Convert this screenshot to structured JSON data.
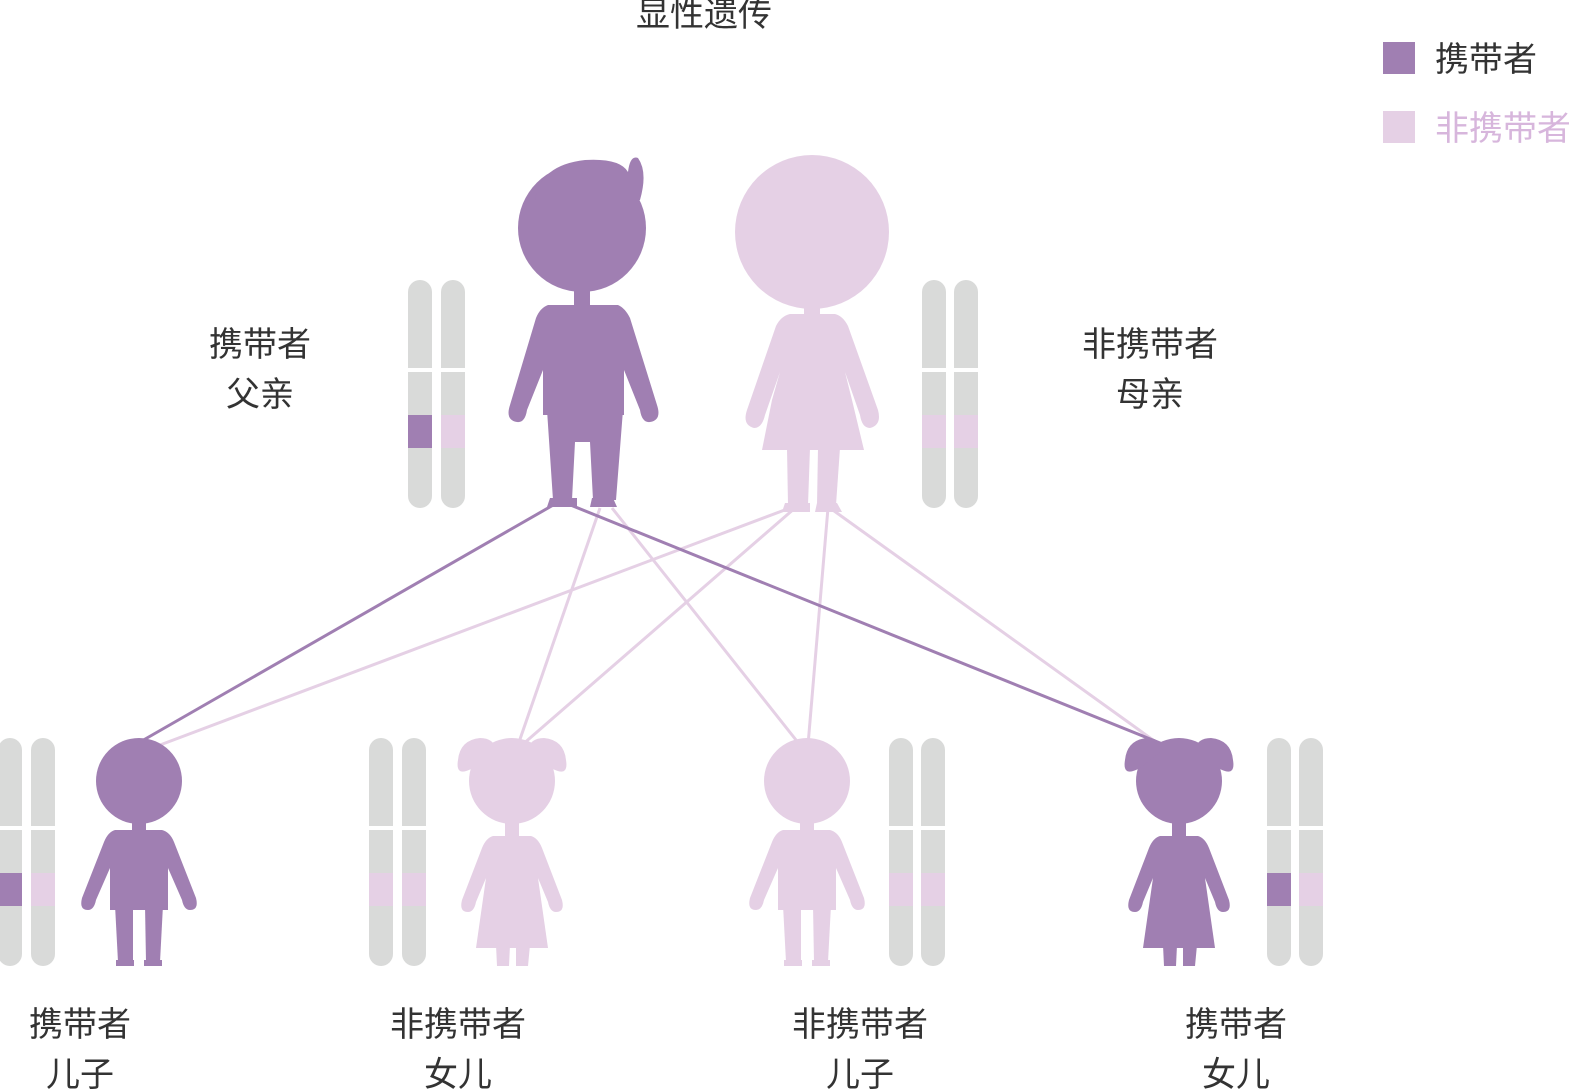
{
  "title": "显性遗传",
  "colors": {
    "carrier": "#a07fb2",
    "non_carrier": "#e5d0e5",
    "chromosome": "#d9dad9",
    "text": "#333333"
  },
  "legend": {
    "carrier_label": "携带者",
    "non_carrier_label": "非携带者"
  },
  "parents": {
    "father": {
      "status": "携带者",
      "role": "父亲",
      "carrier": true
    },
    "mother": {
      "status": "非携带者",
      "role": "母亲",
      "carrier": false
    }
  },
  "children": [
    {
      "status": "携带者",
      "role": "儿子",
      "carrier": true,
      "sex": "male"
    },
    {
      "status": "非携带者",
      "role": "女儿",
      "carrier": false,
      "sex": "female"
    },
    {
      "status": "非携带者",
      "role": "儿子",
      "carrier": false,
      "sex": "male"
    },
    {
      "status": "携带者",
      "role": "女儿",
      "carrier": true,
      "sex": "female"
    }
  ]
}
